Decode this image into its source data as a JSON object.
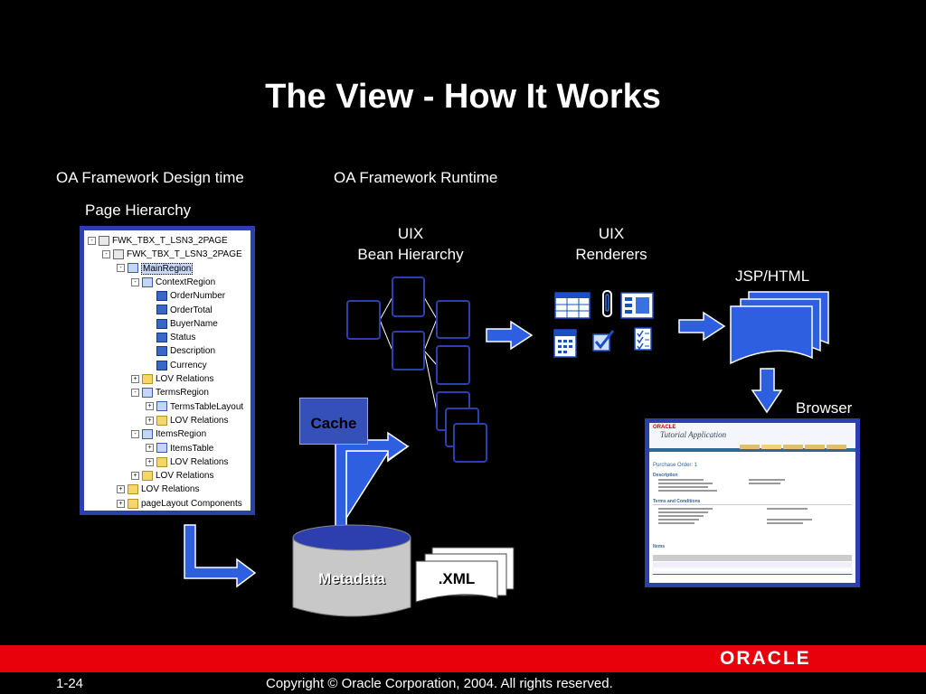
{
  "slide": {
    "title": "The View - How It Works",
    "design_time_label": "OA Framework Design time",
    "runtime_label": "OA Framework Runtime",
    "page_hierarchy_label": "Page Hierarchy",
    "uix_bean_label": "UIX\nBean Hierarchy",
    "uix_renderers_label": "UIX\nRenderers",
    "jsp_html_label": "JSP/HTML",
    "browser_label": "Browser",
    "cache_label": "Cache",
    "metadata_label": "Metadata",
    "xml_label": ".XML"
  },
  "tree": {
    "nodes": [
      {
        "text": "FWK_TBX_T_LSN3_2PAGE",
        "icon": "page-icon"
      },
      {
        "text": "FWK_TBX_T_LSN3_2PAGE",
        "icon": "page-icon"
      },
      {
        "text": "MainRegion",
        "icon": "region-icon"
      },
      {
        "text": "ContextRegion",
        "icon": "region-icon"
      },
      {
        "text": "OrderNumber",
        "icon": "item-icon"
      },
      {
        "text": "OrderTotal",
        "icon": "item-icon"
      },
      {
        "text": "BuyerName",
        "icon": "item-icon"
      },
      {
        "text": "Status",
        "icon": "item-icon"
      },
      {
        "text": "Description",
        "icon": "item-icon"
      },
      {
        "text": "Currency",
        "icon": "item-icon"
      },
      {
        "text": "LOV Relations",
        "icon": "folder-icon"
      },
      {
        "text": "TermsRegion",
        "icon": "region-icon"
      },
      {
        "text": "TermsTableLayout",
        "icon": "region-icon"
      },
      {
        "text": "LOV Relations",
        "icon": "folder-icon"
      },
      {
        "text": "ItemsRegion",
        "icon": "region-icon"
      },
      {
        "text": "ItemsTable",
        "icon": "region-icon"
      },
      {
        "text": "LOV Relations",
        "icon": "folder-icon"
      },
      {
        "text": "LOV Relations",
        "icon": "folder-icon"
      },
      {
        "text": "LOV Relations",
        "icon": "folder-icon"
      },
      {
        "text": "pageLayout Components",
        "icon": "folder-icon"
      }
    ]
  },
  "browser_page": {
    "logo": "ORACLE",
    "app_title": "Tutorial Application",
    "header_title": "Purchase Order: 1",
    "section_description": "Description",
    "section_terms": "Terms and Conditions",
    "section_items": "Items"
  },
  "footer": {
    "page_number": "1-24",
    "copyright": "Copyright © Oracle Corporation, 2004. All rights reserved.",
    "logo": "ORACLE"
  },
  "colors": {
    "background": "#000000",
    "accent_blue": "#2d3fae",
    "box_blue": "#3550b8",
    "footer_red": "#e8000b"
  }
}
